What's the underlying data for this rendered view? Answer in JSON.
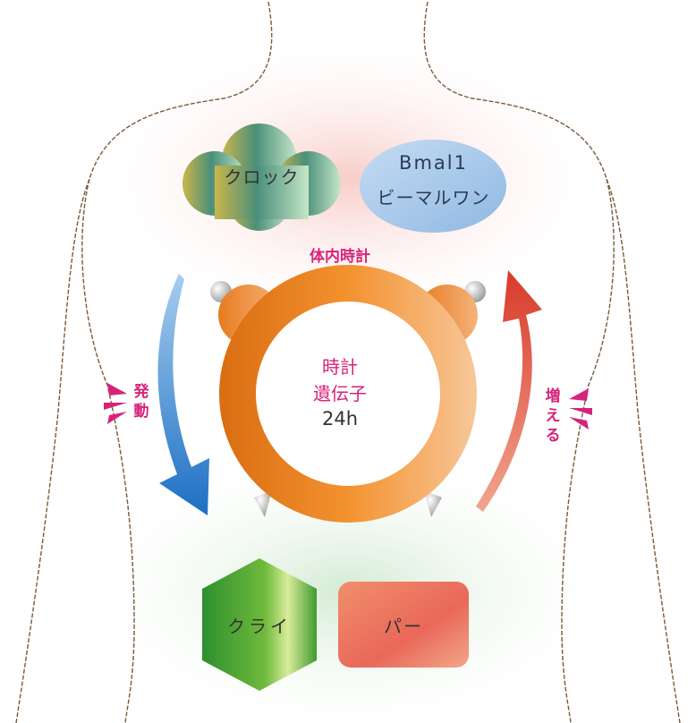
{
  "diagram": {
    "cloud_label": "クロック",
    "ellipse_label_line1": "Bmal1",
    "ellipse_label_line2": "ビーマルワン",
    "clock_title": "体内時計",
    "clock_center_line1": "時計",
    "clock_center_line2": "遺伝子",
    "clock_center_line3": "24h",
    "left_label": "発動",
    "right_label": "増える",
    "hexagon_label": "クライ",
    "rect_label": "パー"
  },
  "colors": {
    "clock_orange": "#ef8a2c",
    "magenta": "#d6237a",
    "down_arrow_blue": "#2f7fd0",
    "up_arrow_red": "#e0503a",
    "body_outline": "#7a5a3a",
    "ellipse_blue": "#a9c9ea",
    "hexagon_green": "#3fa23f",
    "rect_salmon": "#ee7a5f"
  }
}
